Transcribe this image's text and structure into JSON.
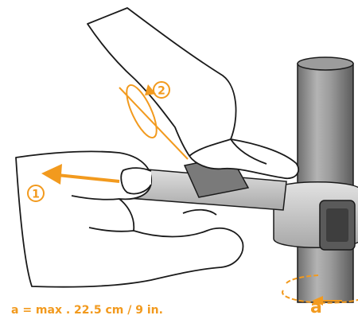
{
  "illustration": {
    "step_markers": [
      {
        "number": "1",
        "glyph": "①",
        "meaning": "pull-arrow-icon"
      },
      {
        "number": "2",
        "glyph": "②",
        "meaning": "twist-arrow-icon"
      }
    ],
    "caption": "a = max . 22.5 cm / 9 in.",
    "pole_label": "a",
    "colors": {
      "accent": "#F29A1E",
      "outline": "#1a1a1a",
      "strap": "#c8c8c8",
      "pole": "#8a8a8a",
      "skin": "#ffffff"
    }
  }
}
